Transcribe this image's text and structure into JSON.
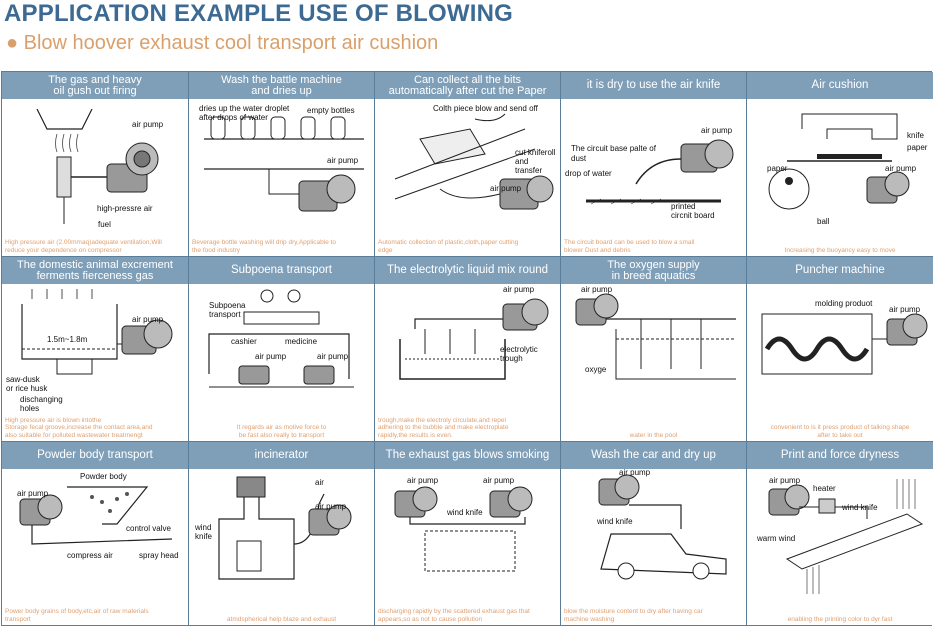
{
  "page": {
    "title": "APPLICATION EXAMPLE USE OF BLOWING",
    "subtitle": "● Blow hoover exhaust cool transport air cushion"
  },
  "cells": [
    {
      "header": "The gas and heavy\noil gush out firing",
      "caption": "High pressure air (2.00mmaq)adequate ventilation,Will\nreduce your dependence on compressor",
      "labels": [
        "air pump",
        "high-pressre air",
        "fuel"
      ]
    },
    {
      "header": "Wash the battle machine\nand dries up",
      "caption": "Beverage bottle washing will drip dry,Applicable to\nthe food industry",
      "labels": [
        "dries up the water droplet",
        "after drops of water",
        "empty bottles",
        "air pump"
      ]
    },
    {
      "header": "Can collect all the bits\nautomatically after cut the Paper",
      "caption": "Automatic collection of plastic,cloth,paper cutting\nedge",
      "labels": [
        "Colth piece blow and send off",
        "cut kniferoll",
        "and",
        "transfer",
        "air pump"
      ]
    },
    {
      "header": "it is dry to use the air knife",
      "caption": "The circuit board can be used to blow a small\nblower Dust and debris",
      "labels": [
        "air pump",
        "The circuit base palte of",
        "dust",
        "drop of water",
        "printed",
        "circnit board"
      ]
    },
    {
      "header": "Air cushion",
      "caption": "Increasing the buoyancy easy to move",
      "labels": [
        "knife",
        "paper",
        "paper",
        "air pump",
        "ball"
      ]
    },
    {
      "header": "The domestic animal excrement\nferments fierceness gas",
      "caption": "High pressure air is blown intothe\nStorage fecal groove,increase the contact area,and\nalso suitable for polluted wastewater treatmengt",
      "labels": [
        "air pump",
        "1.5m~1.8m",
        "saw-dusk",
        "or rice husk",
        "dischanging",
        "holes"
      ]
    },
    {
      "header": "Subpoena transport",
      "caption": "It regards air as motive force to\nbe fast also really to transport",
      "labels": [
        "Subpoena",
        "transport",
        "cashier",
        "medicine",
        "air pump",
        "air pump"
      ]
    },
    {
      "header": "The electrolytic liquid mix round",
      "caption": "trough,make the electroly circulate,and repel\nadhering to the bubble and make electroplate\nrapidly,the results is even.",
      "labels": [
        "air pump",
        "electrolytic",
        "trough"
      ]
    },
    {
      "header": "The oxygen supply\nin breed aquatics",
      "caption": "water in the pool",
      "labels": [
        "air pump",
        "oxyge"
      ]
    },
    {
      "header": "Puncher machine",
      "caption": "convenient to is it press product of talking shape\nafter to take out",
      "labels": [
        "molding produot",
        "air pump"
      ]
    },
    {
      "header": "Powder body transport",
      "caption": "Power body grains of body,etc,air of raw materials\ntransport",
      "labels": [
        "Powder body",
        "air pump",
        "control valve",
        "compress air",
        "spray head"
      ]
    },
    {
      "header": "incinerator",
      "caption": "atmdspherical help blaze and exhaust",
      "labels": [
        "air",
        "wind",
        "knife",
        "air pump"
      ]
    },
    {
      "header": "The exhaust gas blows smoking",
      "caption": "discharging rapidly by the scattered exhaust gas that\nappears,so as not to cause pollution",
      "labels": [
        "air pump",
        "air pump",
        "wind knife"
      ]
    },
    {
      "header": "Wash the car and dry up",
      "caption": "blow the moisture content to dry after having car\nmachine washing",
      "labels": [
        "air pump",
        "wind knife"
      ]
    },
    {
      "header": "Print and force dryness",
      "caption": "enabling the printing color to dyr fast",
      "labels": [
        "air pump",
        "heater",
        "wind knife",
        "warm wind"
      ]
    }
  ]
}
